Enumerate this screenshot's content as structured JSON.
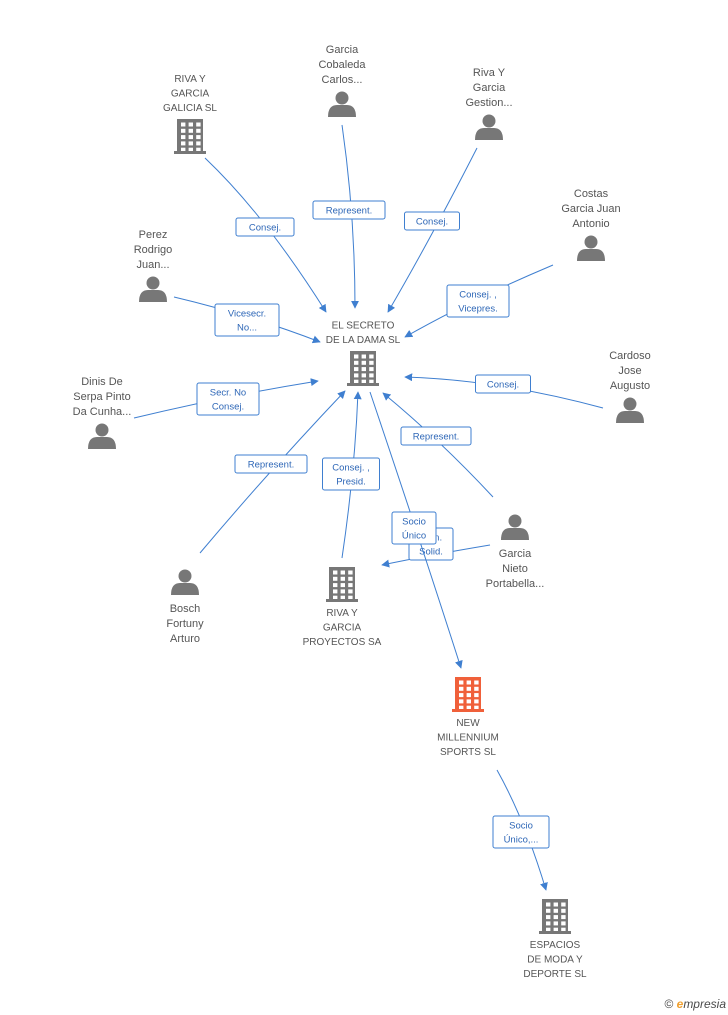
{
  "colors": {
    "edge": "#3f7fd0",
    "node_gray": "#777777",
    "node_focus": "#f0603a"
  },
  "nodes": [
    {
      "id": "center",
      "kind": "building",
      "lines": [
        "EL SECRETO",
        "DE LA DAMA SL"
      ],
      "label_pos": "above",
      "icon": "building-icon"
    },
    {
      "id": "riva_galicia",
      "kind": "building",
      "lines": [
        "RIVA Y",
        "GARCIA",
        "GALICIA SL"
      ],
      "label_pos": "above",
      "icon": "building-icon"
    },
    {
      "id": "garcia_cobaleda",
      "kind": "person",
      "lines": [
        "Garcia",
        "Cobaleda",
        "Carlos..."
      ],
      "label_pos": "above",
      "icon": "person-icon"
    },
    {
      "id": "riva_gestion",
      "kind": "person",
      "lines": [
        "Riva Y",
        "Garcia",
        "Gestion..."
      ],
      "label_pos": "above",
      "icon": "person-icon"
    },
    {
      "id": "costas",
      "kind": "person",
      "lines": [
        "Costas",
        "Garcia Juan",
        "Antonio"
      ],
      "label_pos": "above",
      "icon": "person-icon"
    },
    {
      "id": "perez",
      "kind": "person",
      "lines": [
        "Perez",
        "Rodrigo",
        "Juan..."
      ],
      "label_pos": "above",
      "icon": "person-icon"
    },
    {
      "id": "cardoso",
      "kind": "person",
      "lines": [
        "Cardoso",
        "Jose",
        "Augusto"
      ],
      "label_pos": "above",
      "icon": "person-icon"
    },
    {
      "id": "dinis",
      "kind": "person",
      "lines": [
        "Dinis De",
        "Serpa Pinto",
        "Da Cunha..."
      ],
      "label_pos": "above",
      "icon": "person-icon"
    },
    {
      "id": "garcia_nieto",
      "kind": "person",
      "lines": [
        "Garcia",
        "Nieto",
        "Portabella..."
      ],
      "label_pos": "below",
      "icon": "person-icon"
    },
    {
      "id": "bosch",
      "kind": "person",
      "lines": [
        "Bosch",
        "Fortuny",
        "Arturo"
      ],
      "label_pos": "below",
      "icon": "person-icon"
    },
    {
      "id": "riva_proyectos",
      "kind": "building",
      "lines": [
        "RIVA Y",
        "GARCIA",
        "PROYECTOS SA"
      ],
      "label_pos": "below",
      "icon": "building-icon"
    },
    {
      "id": "new_millennium",
      "kind": "building",
      "focus": true,
      "lines": [
        "NEW",
        "MILLENNIUM",
        "SPORTS SL"
      ],
      "label_pos": "below",
      "icon": "building-icon"
    },
    {
      "id": "espacios",
      "kind": "building",
      "lines": [
        "ESPACIOS",
        "DE MODA Y",
        "DEPORTE SL"
      ],
      "label_pos": "below",
      "icon": "building-icon"
    }
  ],
  "edges": [
    {
      "from": "riva_galicia",
      "to": "center",
      "label": [
        "Consej."
      ]
    },
    {
      "from": "garcia_cobaleda",
      "to": "center",
      "label": [
        "Represent."
      ]
    },
    {
      "from": "riva_gestion",
      "to": "center",
      "label": [
        "Consej."
      ]
    },
    {
      "from": "costas",
      "to": "center",
      "label": [
        "Consej. ,",
        "Vicepres."
      ]
    },
    {
      "from": "perez",
      "to": "center",
      "label": [
        "Vicesecr.",
        "No..."
      ]
    },
    {
      "from": "cardoso",
      "to": "center",
      "label": [
        "Consej."
      ]
    },
    {
      "from": "dinis",
      "to": "center",
      "label": [
        "Secr.  No",
        "Consej."
      ]
    },
    {
      "from": "garcia_nieto",
      "to": "center",
      "label": [
        "Represent."
      ]
    },
    {
      "from": "bosch",
      "to": "center",
      "label": [
        "Represent."
      ]
    },
    {
      "from": "riva_proyectos",
      "to": "center",
      "label": [
        "Consej. ,",
        "Presid."
      ]
    },
    {
      "from": "garcia_nieto",
      "to": "riva_proyectos",
      "label": [
        "Adm.",
        "Solid."
      ]
    },
    {
      "from": "center",
      "to": "new_millennium",
      "label": [
        "Socio",
        "Único"
      ]
    },
    {
      "from": "new_millennium",
      "to": "espacios",
      "label": [
        "Socio",
        "Único,..."
      ]
    }
  ],
  "footer": {
    "copyright": "©",
    "brand_initial": "e",
    "brand_rest": "mpresia"
  }
}
